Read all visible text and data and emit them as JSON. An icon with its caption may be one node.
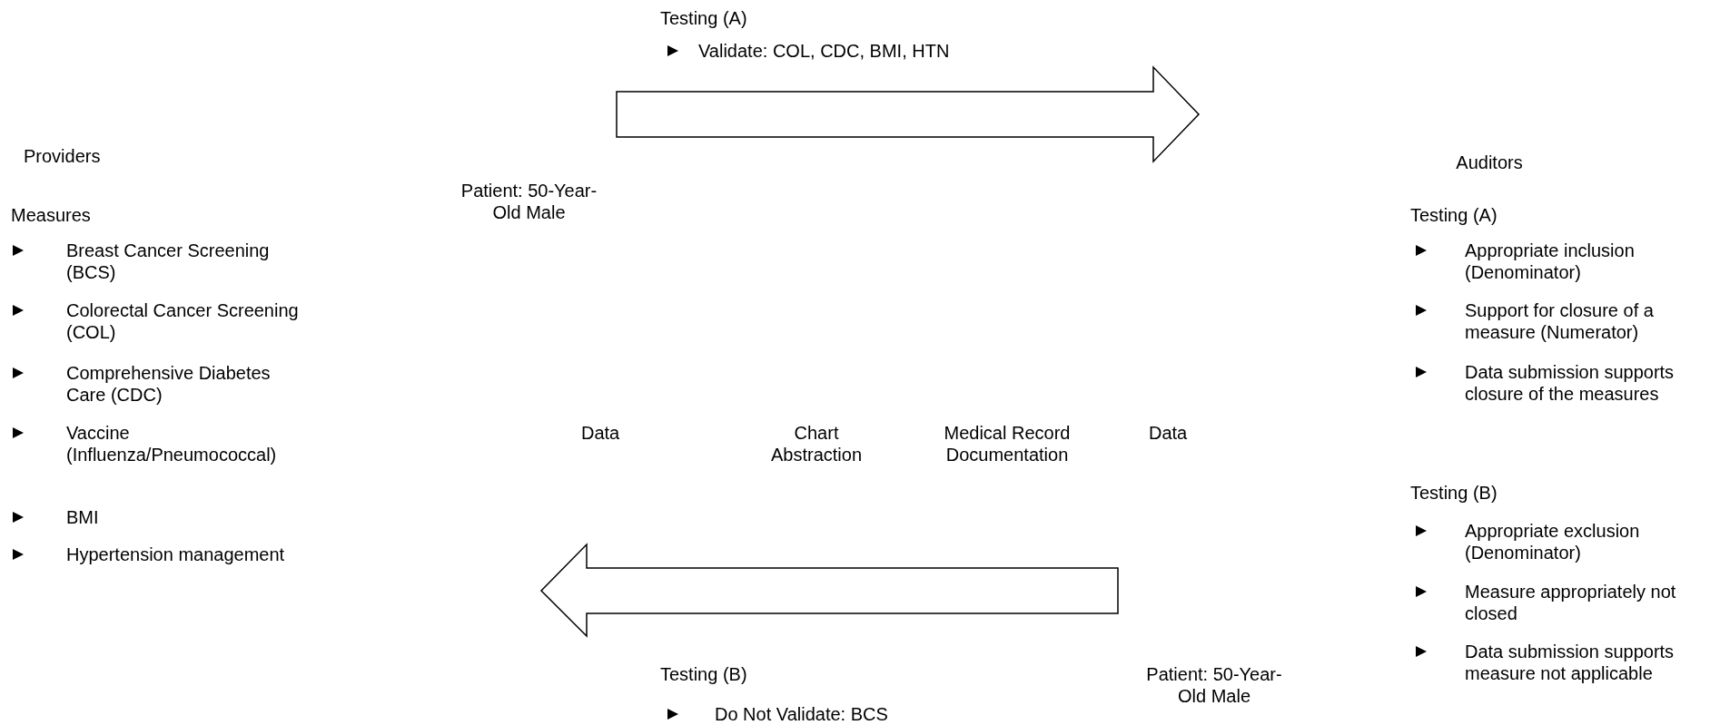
{
  "diagram": {
    "labels": [
      "Testing (A)",
      "Validate: COL, CDC, BMI, HTN",
      "Providers",
      "Measures",
      "Breast Cancer Screening (BCS)",
      "Colorectal Cancer Screening (COL)",
      "Comprehensive Diabetes Care (CDC)",
      "Vaccine (Influenza/Pneumococcal)",
      "BMI",
      "Hypertension management",
      "Patient: 50-Year-Old Male",
      "Data",
      "Chart Abstraction",
      "Medical Record Documentation",
      "Data",
      "Auditors",
      "Testing (A)",
      "Appropriate inclusion (Denominator)",
      "Support for closure of a measure (Numerator)",
      "Data submission supports closure of the measures",
      "Testing (B)",
      "Appropriate exclusion (Denominator)",
      "Measure appropriately not closed",
      "Data submission supports measure not applicable",
      "Testing (B)",
      "Do Not Validate: BCS",
      "Patient: 50-Year-Old Male"
    ]
  }
}
